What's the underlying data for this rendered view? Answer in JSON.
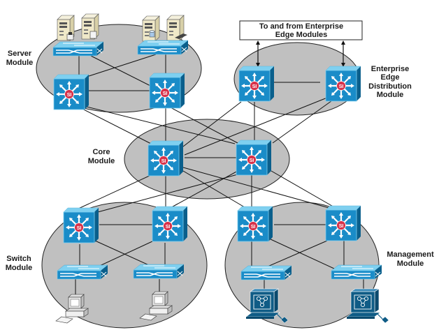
{
  "diagram": {
    "title": "Enterprise Campus modules",
    "external_box": {
      "line1": "To and from Enterprise",
      "line2": "Edge Modules"
    },
    "modules": {
      "server": {
        "line1": "Server",
        "line2": "Module"
      },
      "edge": {
        "line1": "Enterprise",
        "line2": "Edge",
        "line3": "Distribution",
        "line4": "Module"
      },
      "core": {
        "line1": "Core",
        "line2": "Module"
      },
      "switch": {
        "line1": "Switch",
        "line2": "Module"
      },
      "management": {
        "line1": "Management",
        "line2": "Module"
      }
    },
    "device_types": {
      "multilayer_switch": "multilayer-switch-icon",
      "workgroup_switch": "workgroup-switch-icon",
      "server": "server-icon",
      "workstation": "workstation-icon",
      "management_station": "network-management-icon"
    },
    "switch_badge": "SI",
    "colors": {
      "module_fill": "#c0c0c0",
      "switch_blue": "#1a8cc8",
      "switch_top": "#7fd0f0",
      "switch_side": "#0a5f8c",
      "badge_red": "#d8324a",
      "mgmt_blue": "#0f5c86",
      "link": "#000000"
    }
  }
}
